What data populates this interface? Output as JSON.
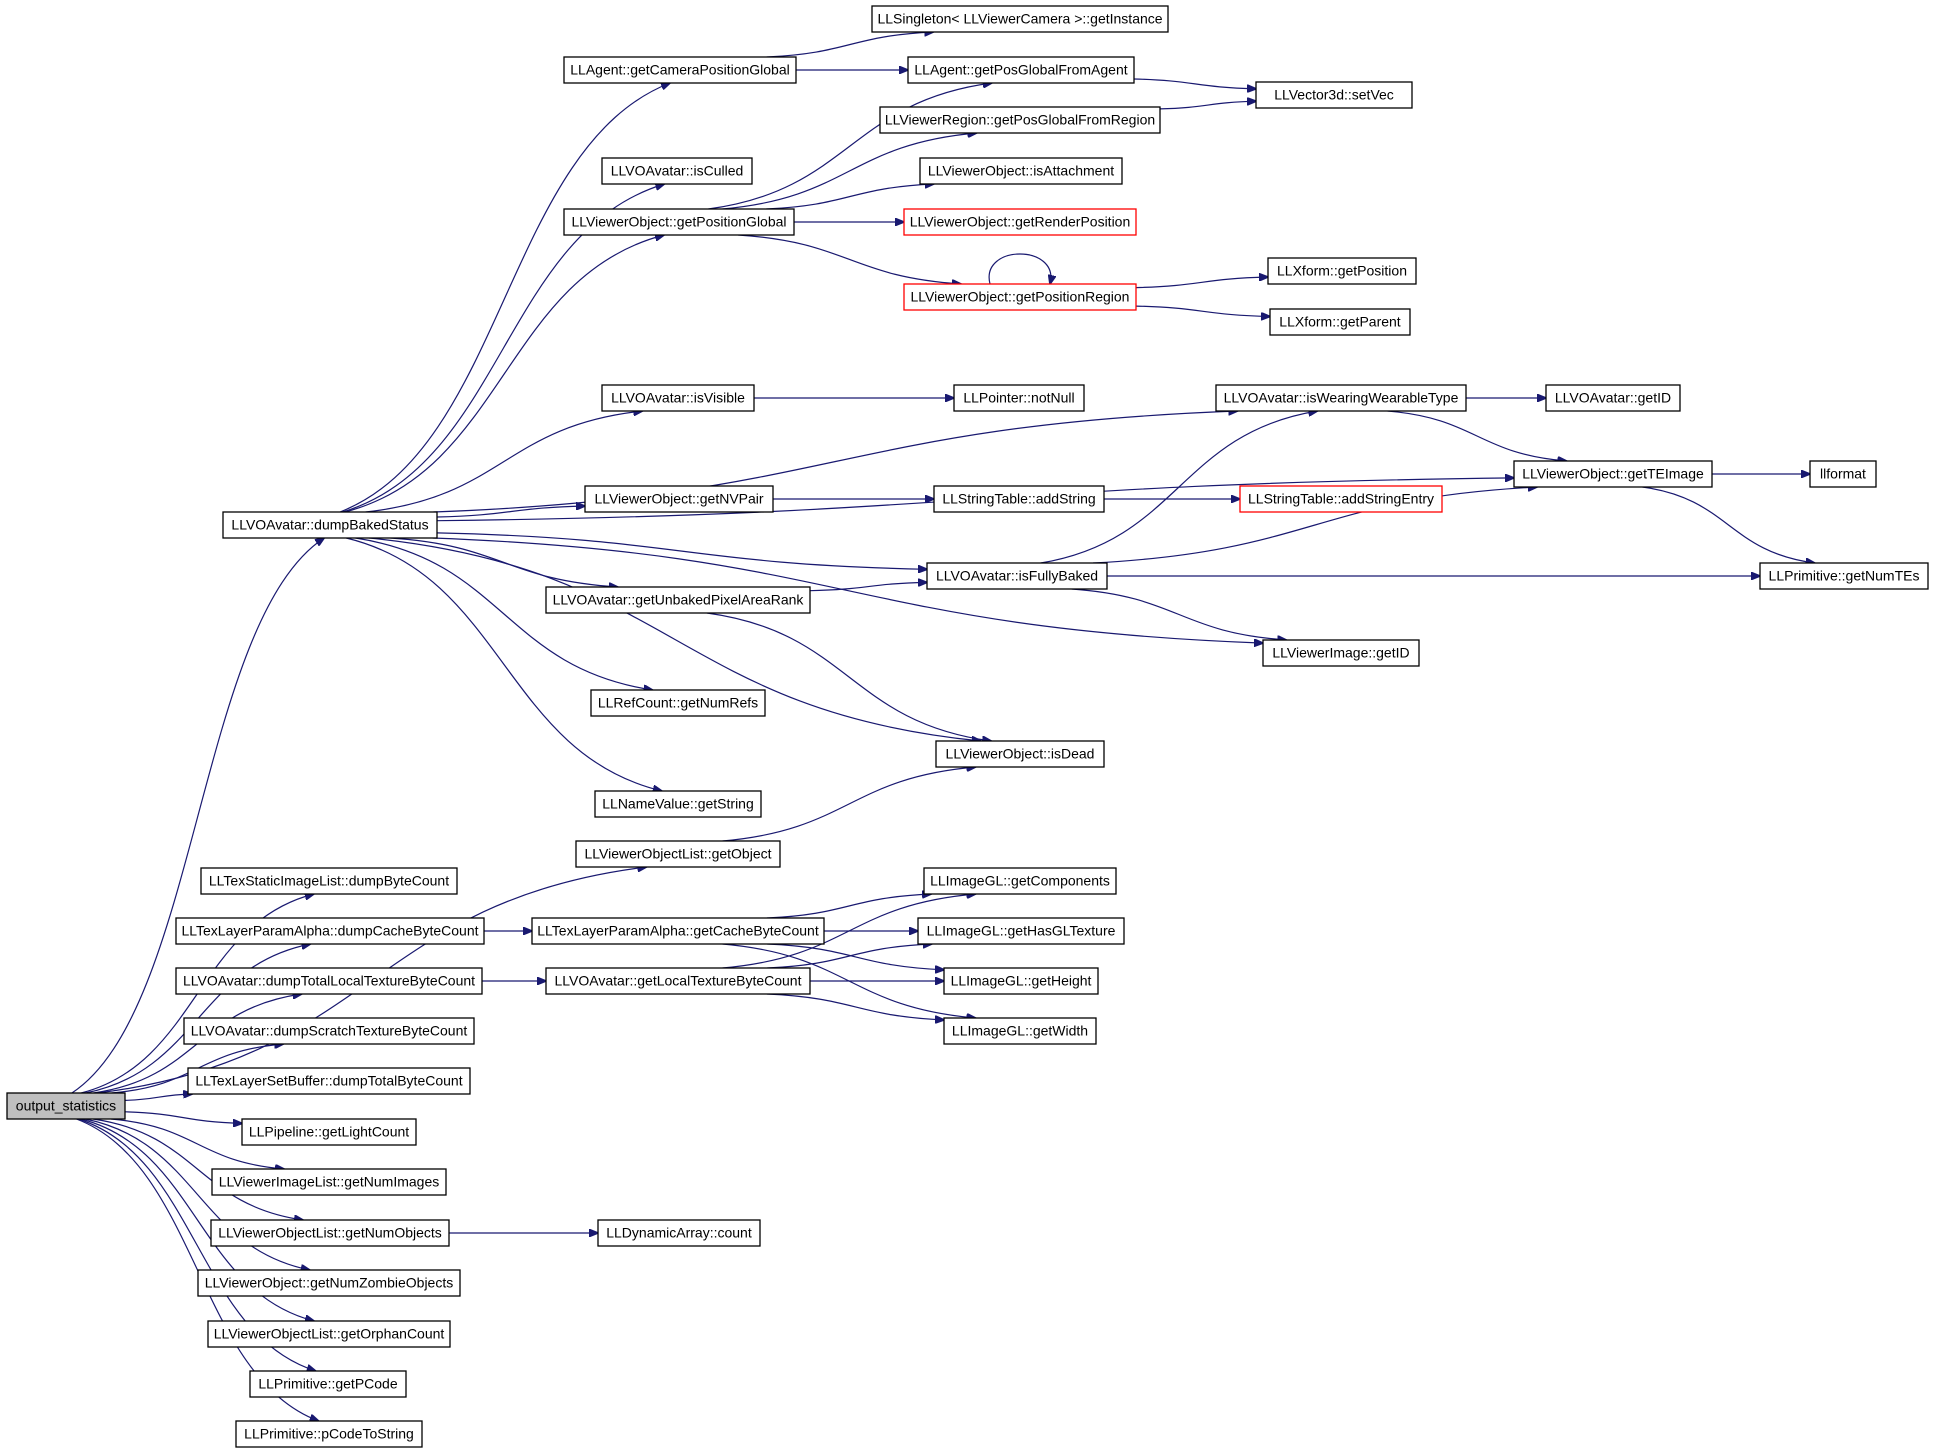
{
  "diagram": {
    "root": "output_statistics",
    "nodes": [
      {
        "id": "output_statistics",
        "label": "output_statistics",
        "style": "root"
      },
      {
        "id": "dumpBakedStatus",
        "label": "LLVOAvatar::dumpBakedStatus",
        "style": "normal"
      },
      {
        "id": "getCameraPositionGlobal",
        "label": "LLAgent::getCameraPositionGlobal",
        "style": "normal"
      },
      {
        "id": "getInstance",
        "label": "LLSingleton< LLViewerCamera >::getInstance",
        "style": "normal"
      },
      {
        "id": "getPosGlobalFromAgent",
        "label": "LLAgent::getPosGlobalFromAgent",
        "style": "normal"
      },
      {
        "id": "setVec",
        "label": "LLVector3d::setVec",
        "style": "normal"
      },
      {
        "id": "getPosGlobalFromRegion",
        "label": "LLViewerRegion::getPosGlobalFromRegion",
        "style": "normal"
      },
      {
        "id": "isCulled",
        "label": "LLVOAvatar::isCulled",
        "style": "normal"
      },
      {
        "id": "isAttachment",
        "label": "LLViewerObject::isAttachment",
        "style": "normal"
      },
      {
        "id": "getPositionGlobal",
        "label": "LLViewerObject::getPositionGlobal",
        "style": "normal"
      },
      {
        "id": "getRenderPosition",
        "label": "LLViewerObject::getRenderPosition",
        "style": "red"
      },
      {
        "id": "getPositionRegion",
        "label": "LLViewerObject::getPositionRegion",
        "style": "red"
      },
      {
        "id": "xformGetPosition",
        "label": "LLXform::getPosition",
        "style": "normal"
      },
      {
        "id": "xformGetParent",
        "label": "LLXform::getParent",
        "style": "normal"
      },
      {
        "id": "isVisible",
        "label": "LLVOAvatar::isVisible",
        "style": "normal"
      },
      {
        "id": "notNull",
        "label": "LLPointer::notNull",
        "style": "normal"
      },
      {
        "id": "isWearingWearableType",
        "label": "LLVOAvatar::isWearingWearableType",
        "style": "normal"
      },
      {
        "id": "avatarGetID",
        "label": "LLVOAvatar::getID",
        "style": "normal"
      },
      {
        "id": "getTEImage",
        "label": "LLViewerObject::getTEImage",
        "style": "normal"
      },
      {
        "id": "llformat",
        "label": "llformat",
        "style": "normal"
      },
      {
        "id": "getNVPair",
        "label": "LLViewerObject::getNVPair",
        "style": "normal"
      },
      {
        "id": "addString",
        "label": "LLStringTable::addString",
        "style": "normal"
      },
      {
        "id": "addStringEntry",
        "label": "LLStringTable::addStringEntry",
        "style": "red"
      },
      {
        "id": "isFullyBaked",
        "label": "LLVOAvatar::isFullyBaked",
        "style": "normal"
      },
      {
        "id": "getNumTEs",
        "label": "LLPrimitive::getNumTEs",
        "style": "normal"
      },
      {
        "id": "getUnbakedPixelAreaRank",
        "label": "LLVOAvatar::getUnbakedPixelAreaRank",
        "style": "normal"
      },
      {
        "id": "imageGetID",
        "label": "LLViewerImage::getID",
        "style": "normal"
      },
      {
        "id": "getNumRefs",
        "label": "LLRefCount::getNumRefs",
        "style": "normal"
      },
      {
        "id": "isDead",
        "label": "LLViewerObject::isDead",
        "style": "normal"
      },
      {
        "id": "getString",
        "label": "LLNameValue::getString",
        "style": "normal"
      },
      {
        "id": "getObject",
        "label": "LLViewerObjectList::getObject",
        "style": "normal"
      },
      {
        "id": "dumpByteCount",
        "label": "LLTexStaticImageList::dumpByteCount",
        "style": "normal"
      },
      {
        "id": "dumpCacheByteCount",
        "label": "LLTexLayerParamAlpha::dumpCacheByteCount",
        "style": "normal"
      },
      {
        "id": "getCacheByteCount",
        "label": "LLTexLayerParamAlpha::getCacheByteCount",
        "style": "normal"
      },
      {
        "id": "getComponents",
        "label": "LLImageGL::getComponents",
        "style": "normal"
      },
      {
        "id": "getHasGLTexture",
        "label": "LLImageGL::getHasGLTexture",
        "style": "normal"
      },
      {
        "id": "dumpTotalLocalTextureByteCount",
        "label": "LLVOAvatar::dumpTotalLocalTextureByteCount",
        "style": "normal"
      },
      {
        "id": "getLocalTextureByteCount",
        "label": "LLVOAvatar::getLocalTextureByteCount",
        "style": "normal"
      },
      {
        "id": "getHeight",
        "label": "LLImageGL::getHeight",
        "style": "normal"
      },
      {
        "id": "getWidth",
        "label": "LLImageGL::getWidth",
        "style": "normal"
      },
      {
        "id": "dumpScratchTextureByteCount",
        "label": "LLVOAvatar::dumpScratchTextureByteCount",
        "style": "normal"
      },
      {
        "id": "dumpTotalByteCount",
        "label": "LLTexLayerSetBuffer::dumpTotalByteCount",
        "style": "normal"
      },
      {
        "id": "getLightCount",
        "label": "LLPipeline::getLightCount",
        "style": "normal"
      },
      {
        "id": "getNumImages",
        "label": "LLViewerImageList::getNumImages",
        "style": "normal"
      },
      {
        "id": "getNumObjects",
        "label": "LLViewerObjectList::getNumObjects",
        "style": "normal"
      },
      {
        "id": "dynCount",
        "label": "LLDynamicArray::count",
        "style": "normal"
      },
      {
        "id": "getNumZombieObjects",
        "label": "LLViewerObject::getNumZombieObjects",
        "style": "normal"
      },
      {
        "id": "getOrphanCount",
        "label": "LLViewerObjectList::getOrphanCount",
        "style": "normal"
      },
      {
        "id": "getPCode",
        "label": "LLPrimitive::getPCode",
        "style": "normal"
      },
      {
        "id": "pCodeToString",
        "label": "LLPrimitive::pCodeToString",
        "style": "normal"
      }
    ],
    "edges": [
      [
        "output_statistics",
        "dumpBakedStatus"
      ],
      [
        "output_statistics",
        "getObject"
      ],
      [
        "output_statistics",
        "dumpByteCount"
      ],
      [
        "output_statistics",
        "dumpCacheByteCount"
      ],
      [
        "output_statistics",
        "dumpTotalLocalTextureByteCount"
      ],
      [
        "output_statistics",
        "dumpScratchTextureByteCount"
      ],
      [
        "output_statistics",
        "dumpTotalByteCount"
      ],
      [
        "output_statistics",
        "getLightCount"
      ],
      [
        "output_statistics",
        "getNumImages"
      ],
      [
        "output_statistics",
        "getNumObjects"
      ],
      [
        "output_statistics",
        "getNumZombieObjects"
      ],
      [
        "output_statistics",
        "getOrphanCount"
      ],
      [
        "output_statistics",
        "getPCode"
      ],
      [
        "output_statistics",
        "pCodeToString"
      ],
      [
        "dumpBakedStatus",
        "getCameraPositionGlobal"
      ],
      [
        "dumpBakedStatus",
        "isCulled"
      ],
      [
        "dumpBakedStatus",
        "getPositionGlobal"
      ],
      [
        "dumpBakedStatus",
        "isWearingWearableType"
      ],
      [
        "dumpBakedStatus",
        "isVisible"
      ],
      [
        "dumpBakedStatus",
        "getTEImage"
      ],
      [
        "dumpBakedStatus",
        "getNVPair"
      ],
      [
        "dumpBakedStatus",
        "isFullyBaked"
      ],
      [
        "dumpBakedStatus",
        "getUnbakedPixelAreaRank"
      ],
      [
        "dumpBakedStatus",
        "imageGetID"
      ],
      [
        "dumpBakedStatus",
        "getNumRefs"
      ],
      [
        "dumpBakedStatus",
        "isDead"
      ],
      [
        "dumpBakedStatus",
        "getString"
      ],
      [
        "getCameraPositionGlobal",
        "getInstance"
      ],
      [
        "getCameraPositionGlobal",
        "getPosGlobalFromAgent"
      ],
      [
        "getPosGlobalFromAgent",
        "setVec"
      ],
      [
        "getPosGlobalFromRegion",
        "setVec"
      ],
      [
        "getPositionGlobal",
        "getPosGlobalFromAgent"
      ],
      [
        "getPositionGlobal",
        "getPosGlobalFromRegion"
      ],
      [
        "getPositionGlobal",
        "isAttachment"
      ],
      [
        "getPositionGlobal",
        "getRenderPosition"
      ],
      [
        "getPositionGlobal",
        "getPositionRegion"
      ],
      [
        "getPositionRegion",
        "getPositionRegion"
      ],
      [
        "getPositionRegion",
        "xformGetPosition"
      ],
      [
        "getPositionRegion",
        "xformGetParent"
      ],
      [
        "isVisible",
        "notNull"
      ],
      [
        "isWearingWearableType",
        "avatarGetID"
      ],
      [
        "isWearingWearableType",
        "getTEImage"
      ],
      [
        "getTEImage",
        "llformat"
      ],
      [
        "getTEImage",
        "getNumTEs"
      ],
      [
        "getNVPair",
        "addString"
      ],
      [
        "addString",
        "addStringEntry"
      ],
      [
        "isFullyBaked",
        "isWearingWearableType"
      ],
      [
        "isFullyBaked",
        "getTEImage"
      ],
      [
        "isFullyBaked",
        "getNumTEs"
      ],
      [
        "isFullyBaked",
        "imageGetID"
      ],
      [
        "getUnbakedPixelAreaRank",
        "isFullyBaked"
      ],
      [
        "getUnbakedPixelAreaRank",
        "isDead"
      ],
      [
        "getObject",
        "isDead"
      ],
      [
        "dumpCacheByteCount",
        "getCacheByteCount"
      ],
      [
        "getCacheByteCount",
        "getComponents"
      ],
      [
        "getCacheByteCount",
        "getHasGLTexture"
      ],
      [
        "getCacheByteCount",
        "getHeight"
      ],
      [
        "getCacheByteCount",
        "getWidth"
      ],
      [
        "dumpTotalLocalTextureByteCount",
        "getLocalTextureByteCount"
      ],
      [
        "getLocalTextureByteCount",
        "getComponents"
      ],
      [
        "getLocalTextureByteCount",
        "getHasGLTexture"
      ],
      [
        "getLocalTextureByteCount",
        "getHeight"
      ],
      [
        "getLocalTextureByteCount",
        "getWidth"
      ],
      [
        "getNumObjects",
        "dynCount"
      ]
    ]
  }
}
